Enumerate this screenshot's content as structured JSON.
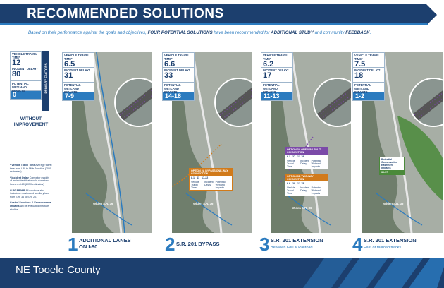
{
  "header": {
    "title": "RECOMMENDED SOLUTIONS",
    "subtitle_a": "Based on their performance against the goals and objectives, ",
    "subtitle_b": "FOUR POTENTIAL SOLUTIONS",
    "subtitle_c": " have been recommended for ",
    "subtitle_d": "ADDITIONAL STUDY",
    "subtitle_e": " and community ",
    "subtitle_f": "FEEDBACK",
    "subtitle_g": "."
  },
  "metric_labels": {
    "travel_time": "VEHICLE TRAVEL TIME*",
    "incident_delay": "INCIDENT DELAY*",
    "wetland": "POTENTIAL WETLAND IMPACTS"
  },
  "baseline": {
    "travel_time": "12",
    "incident_delay": "80",
    "wetland": "0",
    "side_label": "PRIMARY FACTORS",
    "heading": "WITHOUT IMPROVEMENT"
  },
  "notes": [
    {
      "title": "* Vehicle Travel Time",
      "text": " Average travel time from I-80 to Mills Junction (2050 estimates)"
    },
    {
      "title": "* Incident Delay",
      "text": " Computer models of an incident that would close two lanes on I-80 (2050 estimates)"
    },
    {
      "title": "* I-80 EB/WB",
      "text": " All solutions also include an eastbound auxiliary lane from S.R. 36 to S.R. 201"
    },
    {
      "title": "Cost of Solutions & Environmental Impacts",
      "text": " will be evaluated in future studies"
    }
  ],
  "solutions": [
    {
      "number": "1",
      "title_line1": "ADDITIONAL LANES",
      "title_line2": "ON I-80",
      "sub": "",
      "travel_time": "6.5",
      "incident_delay": "31",
      "wetland": "7-9",
      "map_label": "Widen S.R. 36"
    },
    {
      "number": "2",
      "title_line1": "S.R. 201 BYPASS",
      "title_line2": "",
      "sub": "",
      "travel_time": "6.6",
      "incident_delay": "33",
      "wetland": "14-18",
      "map_label": "Widen S.R. 36",
      "option": {
        "title": "OPTION 2A",
        "subtitle": "BYPASS ONE-WAY CONNECTION",
        "v1": "8.1",
        "v2": "41",
        "v3": "17-22"
      }
    },
    {
      "number": "3",
      "title_line1": "S.R. 201 EXTENSION",
      "title_line2": "",
      "sub": "Between I-80 & Railroad",
      "travel_time": "6.2",
      "incident_delay": "17",
      "wetland": "11-13",
      "map_label": "Widen S.R. 36",
      "option": {
        "title": "OPTION 3A",
        "subtitle": "ONE-WAY SPLIT CONNECTION",
        "v1": "6.3",
        "v2": "27",
        "v3": "13-19"
      },
      "option2": {
        "title": "OPTION 3B",
        "subtitle": "TWO-WAY CONNECTION",
        "v1": "6.6",
        "v2": "29",
        "v3": "12-15"
      }
    },
    {
      "number": "4",
      "title_line1": "S.R. 201 EXTENSION",
      "title_line2": "",
      "sub": "East of railroad tracks",
      "travel_time": "7.5",
      "incident_delay": "18",
      "wetland": "1-2",
      "map_label": "Widen S.R. 36",
      "conservation": {
        "title": "Potential Conservation Easement Impacts",
        "value": "39-57"
      }
    }
  ],
  "option_col_labels": {
    "c1": "Vehicle Travel Time",
    "c2": "Incident Delay",
    "c3": "Potential Wetland Impacts"
  },
  "footer": {
    "title": "NE Tooele County"
  },
  "colors": {
    "navy": "#1c3f6e",
    "blue": "#2b7bbf",
    "purple": "#7b4aa8",
    "orange": "#d17a1a",
    "green": "#4a8a3a"
  }
}
